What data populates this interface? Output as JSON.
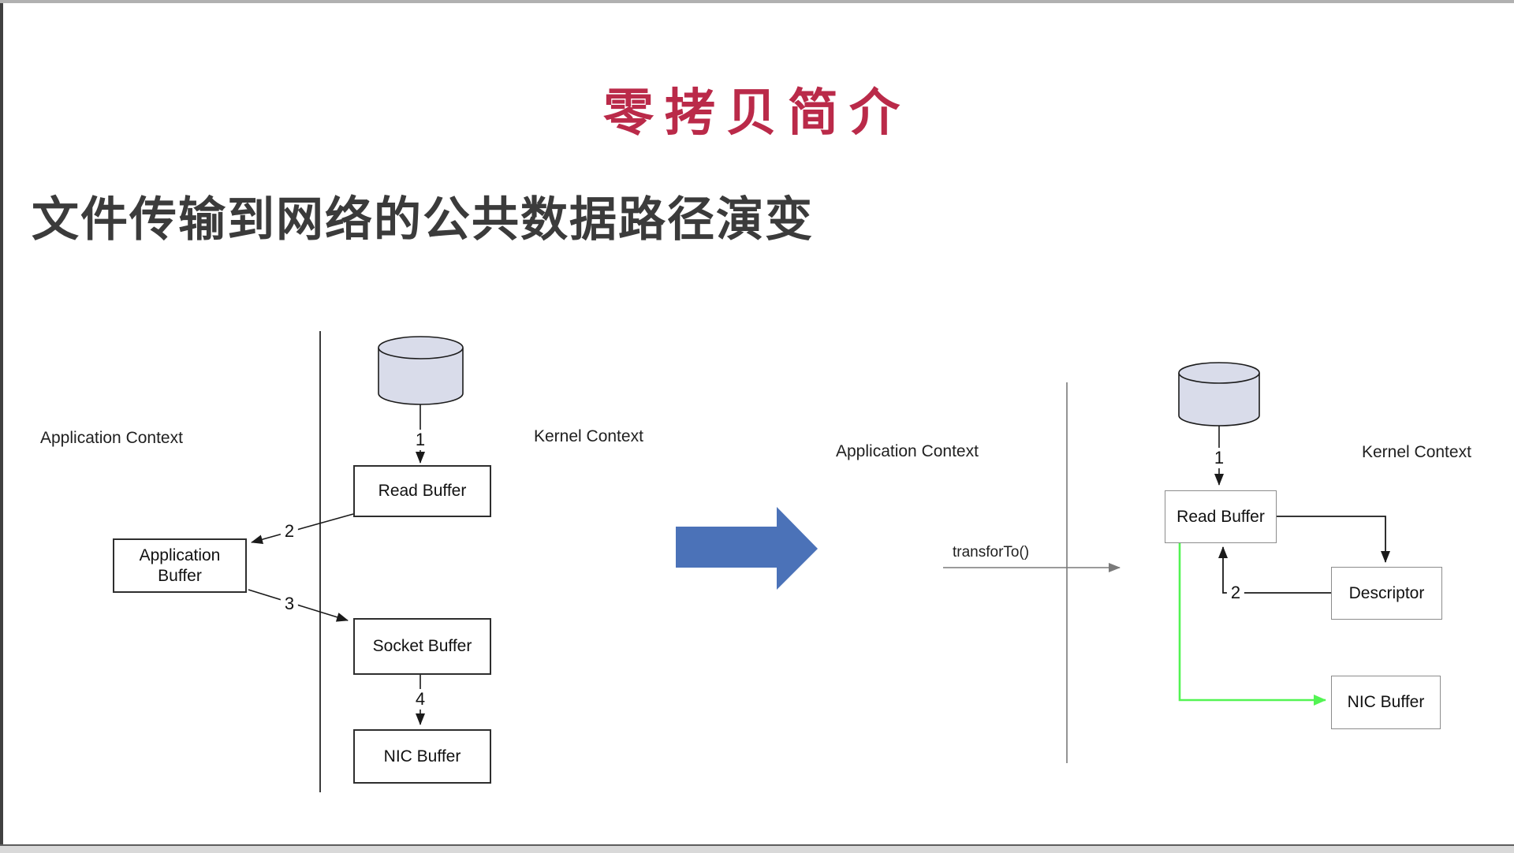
{
  "title": "零拷贝简介",
  "subtitle": "文件传输到网络的公共数据路径演变",
  "colors": {
    "title_red": "#ba2a49",
    "subtitle_gray": "#3b3b3b",
    "cylinder_fill": "#d9dcea",
    "transition_arrow_blue": "#4b72b8",
    "green_arrow": "#53f453"
  },
  "left_diagram": {
    "app_context_label": "Application Context",
    "kernel_context_label": "Kernel Context",
    "disk_icon": "disk-cylinder",
    "boxes": {
      "read": "Read Buffer",
      "application": "Application Buffer",
      "socket": "Socket Buffer",
      "nic": "NIC Buffer"
    },
    "steps": {
      "s1": "1",
      "s2": "2",
      "s3": "3",
      "s4": "4"
    }
  },
  "transition": {
    "icon": "right-arrow"
  },
  "right_diagram": {
    "app_context_label": "Application Context",
    "kernel_context_label": "Kernel Context",
    "call_label": "transforTo()",
    "disk_icon": "disk-cylinder",
    "boxes": {
      "read": "Read Buffer",
      "descriptor": "Descriptor",
      "nic": "NIC Buffer"
    },
    "steps": {
      "s1": "1",
      "s2": "2"
    }
  }
}
